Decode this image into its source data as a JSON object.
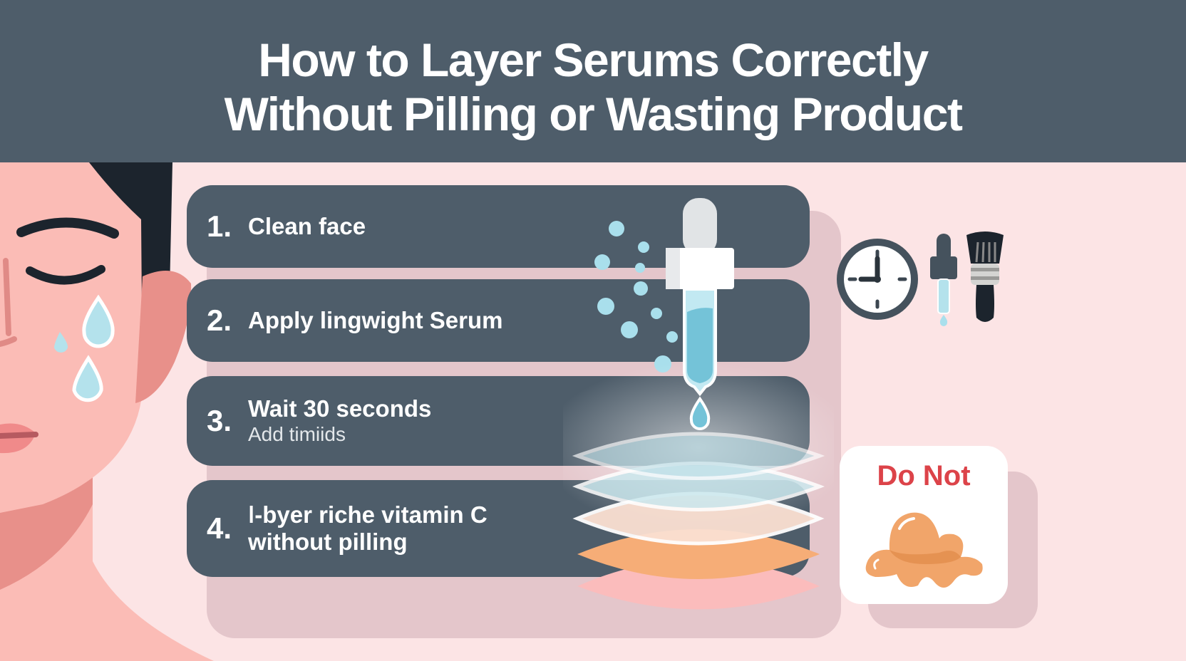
{
  "header": {
    "title_line1": "How to Layer Serums Correctly",
    "title_line2": "Without Pilling or Wasting Product"
  },
  "steps": [
    {
      "number": "1.",
      "text": "Clean face",
      "sub": ""
    },
    {
      "number": "2.",
      "text": "Apply lingwight Serum",
      "sub": ""
    },
    {
      "number": "3.",
      "text": "Wait 30 seconds",
      "sub": "Add timiids"
    },
    {
      "number": "4.",
      "text": "ǀ-byer riche vitamin C",
      "text2": "without pilling",
      "sub": ""
    }
  ],
  "warning_card": {
    "label": "Do Not",
    "icon": "melted-blob-icon"
  },
  "icons": [
    "crying-face-illustration",
    "serum-dropper-icon",
    "water-droplets-icon",
    "product-layers-icon",
    "clock-icon",
    "small-dropper-icon",
    "brush-icon"
  ],
  "colors": {
    "header_bg": "#4e5d6a",
    "page_bg": "#fce4e5",
    "step_bg": "#4e5d6a",
    "accent_red": "#dc4349",
    "serum_blue": "#a9dfec",
    "layer_orange": "#f6ad77",
    "layer_pink": "#fbbcbc"
  }
}
